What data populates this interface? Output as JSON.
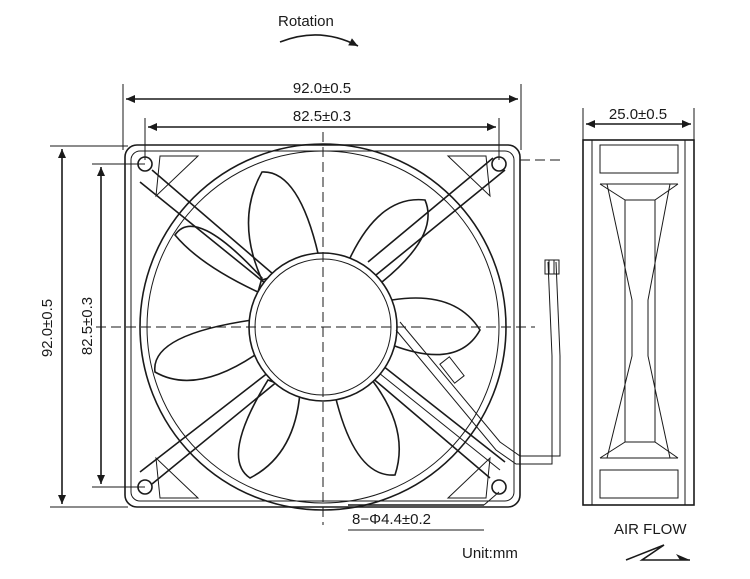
{
  "labels": {
    "rotation": "Rotation",
    "width_outer": "92.0±0.5",
    "width_inner": "82.5±0.3",
    "height_outer": "92.0±0.5",
    "height_inner": "82.5±0.3",
    "depth": "25.0±0.5",
    "holes": "8−Φ4.4±0.2",
    "airflow": "AIR FLOW",
    "unit": "Unit:mm"
  },
  "colors": {
    "line": "#1a1a1a",
    "background": "#ffffff"
  }
}
